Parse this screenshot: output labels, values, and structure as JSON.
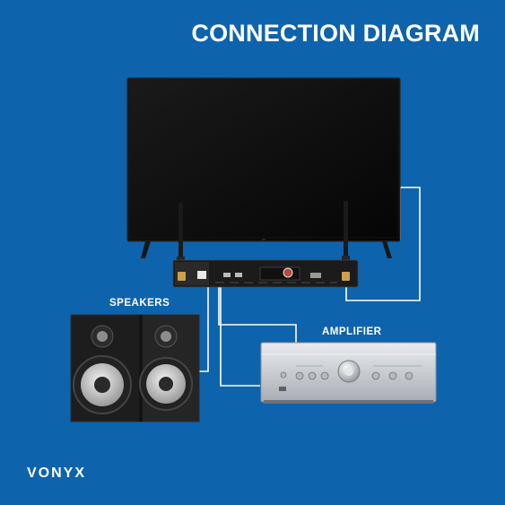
{
  "title": "CONNECTION DIAGRAM",
  "labels": {
    "speakers": "SPEAKERS",
    "amplifier": "AMPLIFIER"
  },
  "brand": "VONYX",
  "colors": {
    "background": "#0e63ad",
    "text": "#ffffff",
    "connection_lines": "#ffffff",
    "tv_screen": "#0c0c0c",
    "amplifier_body": "#cfd2d6",
    "speaker_cabinet": "#1c1c1c",
    "woofer_cone": "#cdcdcd"
  },
  "icons": [
    "tv-icon",
    "receiver-icon",
    "antenna-icon",
    "speakers-icon",
    "amplifier-icon"
  ]
}
